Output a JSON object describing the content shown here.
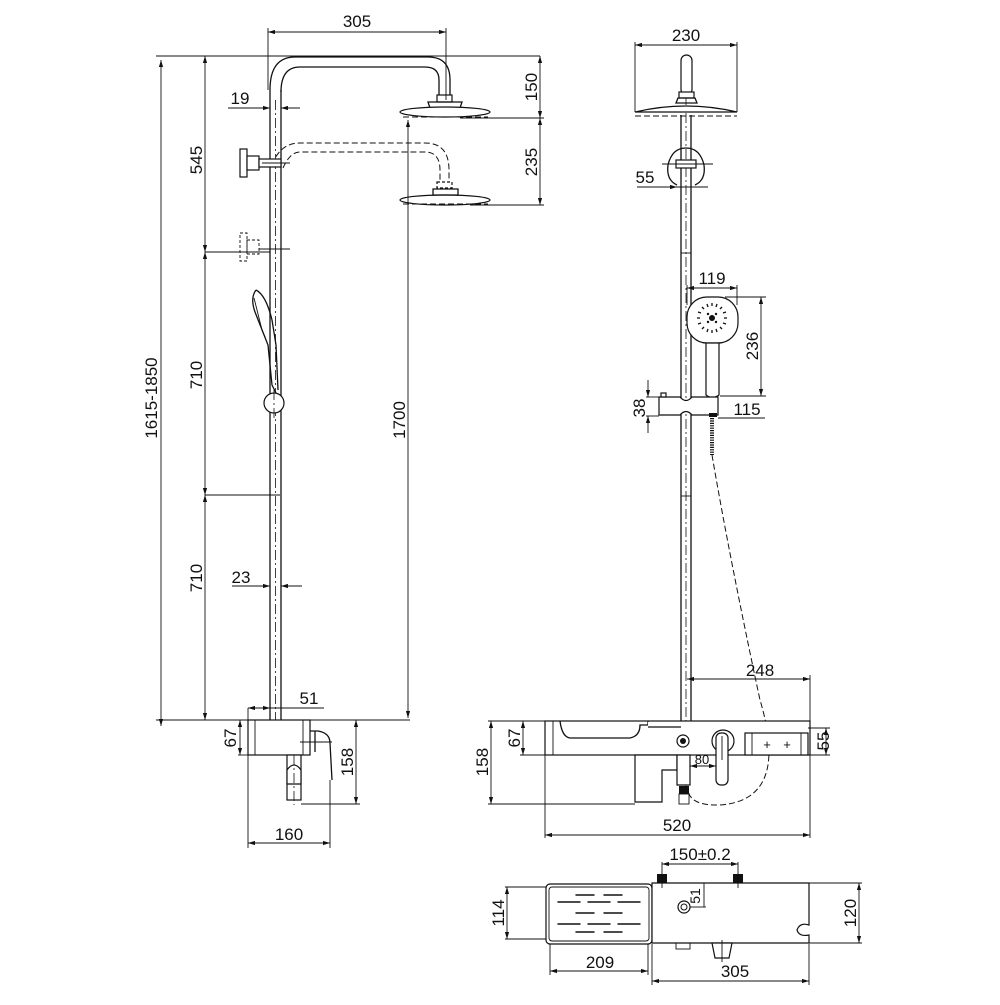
{
  "drawing": {
    "title": "Shower column technical dimension drawing",
    "units": "mm",
    "line_color": "#111111",
    "background": "#ffffff"
  },
  "side_view": {
    "dims": {
      "arm_reach": "305",
      "pipe_diameter_top": "19",
      "head_drop": "150",
      "lower_arm_drop": "235",
      "upper_section": "545",
      "middle_section": "710",
      "lower_section": "710",
      "overall_height": "1615-1850",
      "head_height": "1700",
      "pipe_diameter_bottom": "23",
      "mixer_offset": "51",
      "mixer_body_height": "67",
      "mixer_total_height": "158",
      "mixer_depth": "160"
    }
  },
  "front_view": {
    "dims": {
      "head_diameter": "230",
      "bracket_diameter": "55",
      "handshower_width": "119",
      "handshower_length": "236",
      "holder_height": "38",
      "holder_reach": "115",
      "shelf_offset": "248",
      "shelf_height": "55",
      "mixer_body_height": "67",
      "mixer_total_height": "158",
      "outlet_offset": "80",
      "overall_width": "520"
    }
  },
  "top_view": {
    "dims": {
      "inlet_centers": "150±0.2",
      "inlet_offset": "51",
      "tray_depth": "114",
      "tray_width": "209",
      "body_width": "305",
      "body_depth": "120"
    }
  }
}
